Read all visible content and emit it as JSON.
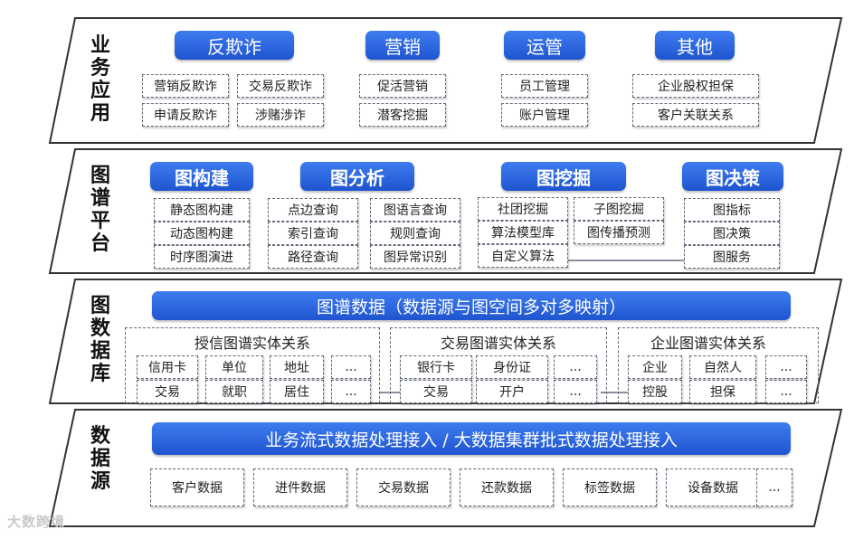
{
  "layers": {
    "app": {
      "title": "业务应用",
      "categories": [
        {
          "label": "反欺诈",
          "items": [
            "营销反欺诈",
            "交易反欺诈",
            "申请反欺诈",
            "涉赌涉诈"
          ]
        },
        {
          "label": "营销",
          "items": [
            "促活营销",
            "潜客挖掘"
          ]
        },
        {
          "label": "运管",
          "items": [
            "员工管理",
            "账户管理"
          ]
        },
        {
          "label": "其他",
          "items": [
            "企业股权担保",
            "客户关联关系"
          ]
        }
      ]
    },
    "platform": {
      "title": "图谱平台",
      "categories": [
        {
          "label": "图构建",
          "items": [
            "静态图构建",
            "动态图构建",
            "时序图演进"
          ]
        },
        {
          "label": "图分析",
          "items": [
            "点边查询",
            "图语言查询",
            "索引查询",
            "规则查询",
            "路径查询",
            "图异常识别"
          ]
        },
        {
          "label": "图挖掘",
          "items": [
            "社团挖掘",
            "子图挖掘",
            "算法模型库",
            "图传播预测",
            "自定义算法"
          ]
        },
        {
          "label": "图决策",
          "items": [
            "图指标",
            "图决策",
            "图服务"
          ]
        }
      ]
    },
    "database": {
      "title": "图数据库",
      "banner": "图谱数据（数据源与图空间多对多映射）",
      "groups": [
        {
          "title": "授信图谱实体关系",
          "items": [
            "信用卡",
            "单位",
            "地址",
            "...",
            "交易",
            "就职",
            "居住",
            "..."
          ]
        },
        {
          "title": "交易图谱实体关系",
          "items": [
            "银行卡",
            "身份证",
            "...",
            "交易",
            "开户",
            "..."
          ]
        },
        {
          "title": "企业图谱实体关系",
          "items": [
            "企业",
            "自然人",
            "...",
            "控股",
            "担保",
            "..."
          ]
        }
      ]
    },
    "source": {
      "title": "数据源",
      "banner": "业务流式数据处理接入 / 大数据集群批式数据处理接入",
      "items": [
        "客户数据",
        "进件数据",
        "交易数据",
        "还款数据",
        "标签数据",
        "设备数据",
        "..."
      ]
    }
  },
  "watermark": "大数跨境",
  "colors": {
    "pill": "#2a62dc",
    "frame": "#333333",
    "dash": "#606878"
  }
}
